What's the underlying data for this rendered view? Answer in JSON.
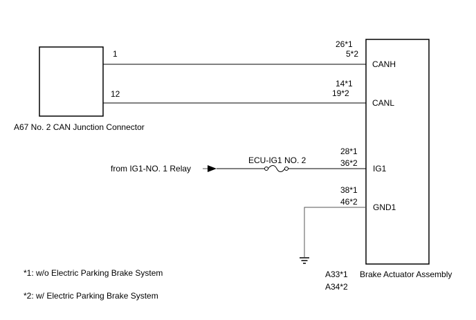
{
  "connector": {
    "label": "A67  No. 2 CAN Junction Connector",
    "pin_canh": "1",
    "pin_canl": "12"
  },
  "actuator": {
    "label": "Brake Actuator Assembly",
    "code_1": "A33*1",
    "code_2": "A34*2",
    "terminals": {
      "canh": {
        "name": "CANH",
        "pin_1": "26*1",
        "pin_2": "5*2"
      },
      "canl": {
        "name": "CANL",
        "pin_1": "14*1",
        "pin_2": "19*2"
      },
      "ig1": {
        "name": "IG1",
        "pin_1": "28*1",
        "pin_2": "36*2"
      },
      "gnd1": {
        "name": "GND1",
        "pin_1": "38*1",
        "pin_2": "46*2"
      }
    }
  },
  "power": {
    "source": "from IG1-NO. 1 Relay",
    "fuse": "ECU-IG1 NO. 2"
  },
  "notes": {
    "note_1": "*1: w/o Electric Parking Brake System",
    "note_2": "*2: w/ Electric Parking Brake System"
  }
}
